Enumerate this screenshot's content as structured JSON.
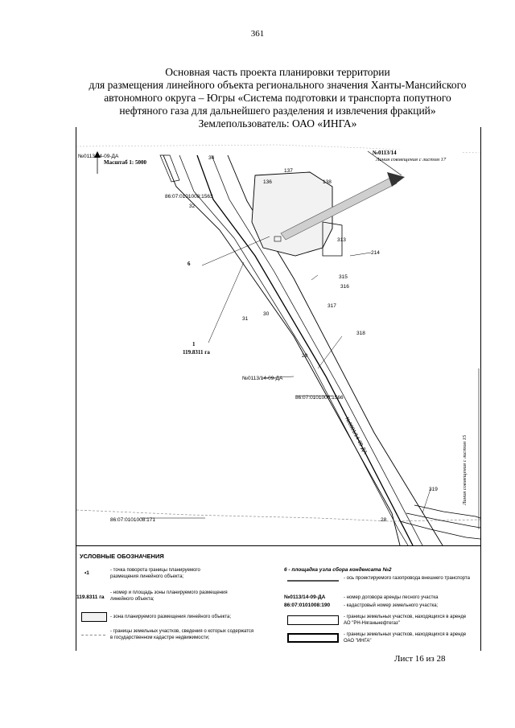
{
  "page_number": "361",
  "title_lines": [
    "Основная часть проекта планировки территории",
    "для размещения линейного объекта регионального значения Ханты-Мансийского",
    "автономного округа – Югры «Система подготовки и транспорта попутного",
    "нефтяного газа для дальнейшего разделения и извлечения фракций»",
    "Землепользователь: ОАО «ИНГА»"
  ],
  "map": {
    "scale_label": "Масштаб 1: 5000",
    "contract_top": "№0113/14-09-ДА",
    "contract_mid": "№0113/14-09-ДА",
    "contract_along": "№0001/14-09-ДА",
    "top_right_code": "№0113/14",
    "match_line_top": "Линия совмещения с листом 17",
    "match_line_right": "Линия совмещения с листом 15",
    "cadastral": [
      "86:07:0101008:1563",
      "86:07:0101008:1566",
      "86:07:0101008:171"
    ],
    "zone_number": "1",
    "zone_area": "119.8311 га",
    "site_number": "6",
    "points": [
      "34",
      "136",
      "137",
      "138",
      "32",
      "313",
      "214",
      "315",
      "316",
      "317",
      "30",
      "31",
      "318",
      "29",
      "319",
      "28"
    ]
  },
  "legend": {
    "title": "УСЛОВНЫЕ ОБОЗНАЧЕНИЯ",
    "point_symbol": "•1",
    "point_text": "- точка поворота границы планируемого размещения линейного объекта;",
    "area_symbol": "119.8311 га",
    "area_text": "- номер и площадь зоны планируемого размещения линейного объекта;",
    "zone_text": "- зона планируемого размещения линейного объекта;",
    "cadastre_text": "- границы земельных участков, сведения о которых содержатся в государственном кадастре недвижимости;",
    "site_header": "6 - площадка узла сбора конденсата №2",
    "pipeline_text": "- ось проектируемого газопровода внешнего транспорта",
    "contract_symbol": "№0113/14-09-ДА",
    "contract_text": "- номер договора аренды лесного участка",
    "cadastral_symbol": "86:07:0101008:190",
    "cadastral_text": "- кадастровый номер земельного участка;",
    "rn_text": "- границы земельных участков, находящихся в аренде АО \"РН-Няганьнефтегаз\"",
    "inga_text": "- границы земельных участков, находящихся в аренде ОАО \"ИНГА\""
  },
  "sheet_label": "Лист 16 из 28"
}
